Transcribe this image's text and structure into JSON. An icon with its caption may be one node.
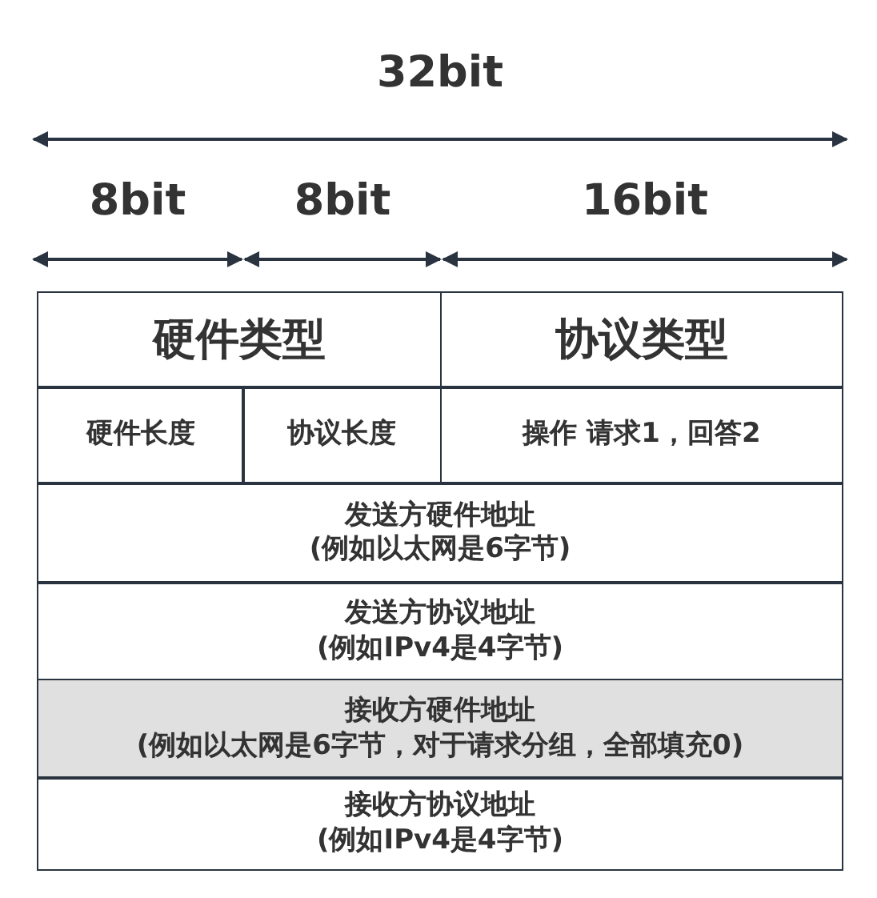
{
  "diagram": {
    "labels": [
      "32bit",
      "8bit",
      "8bit",
      "16bit",
      "硬件类型",
      "协议类型",
      "硬件长度",
      "协议长度",
      "操作 请求1，回答2",
      "发送方硬件地址",
      "(例如以太网是6字节)",
      "发送方协议地址",
      "(例如IPv4是4字节)",
      "接收方硬件地址",
      "(例如以太网是6字节，对于请求分组，全部填充0)",
      "接收方协议地址",
      "(例如IPv4是4字节)"
    ]
  }
}
